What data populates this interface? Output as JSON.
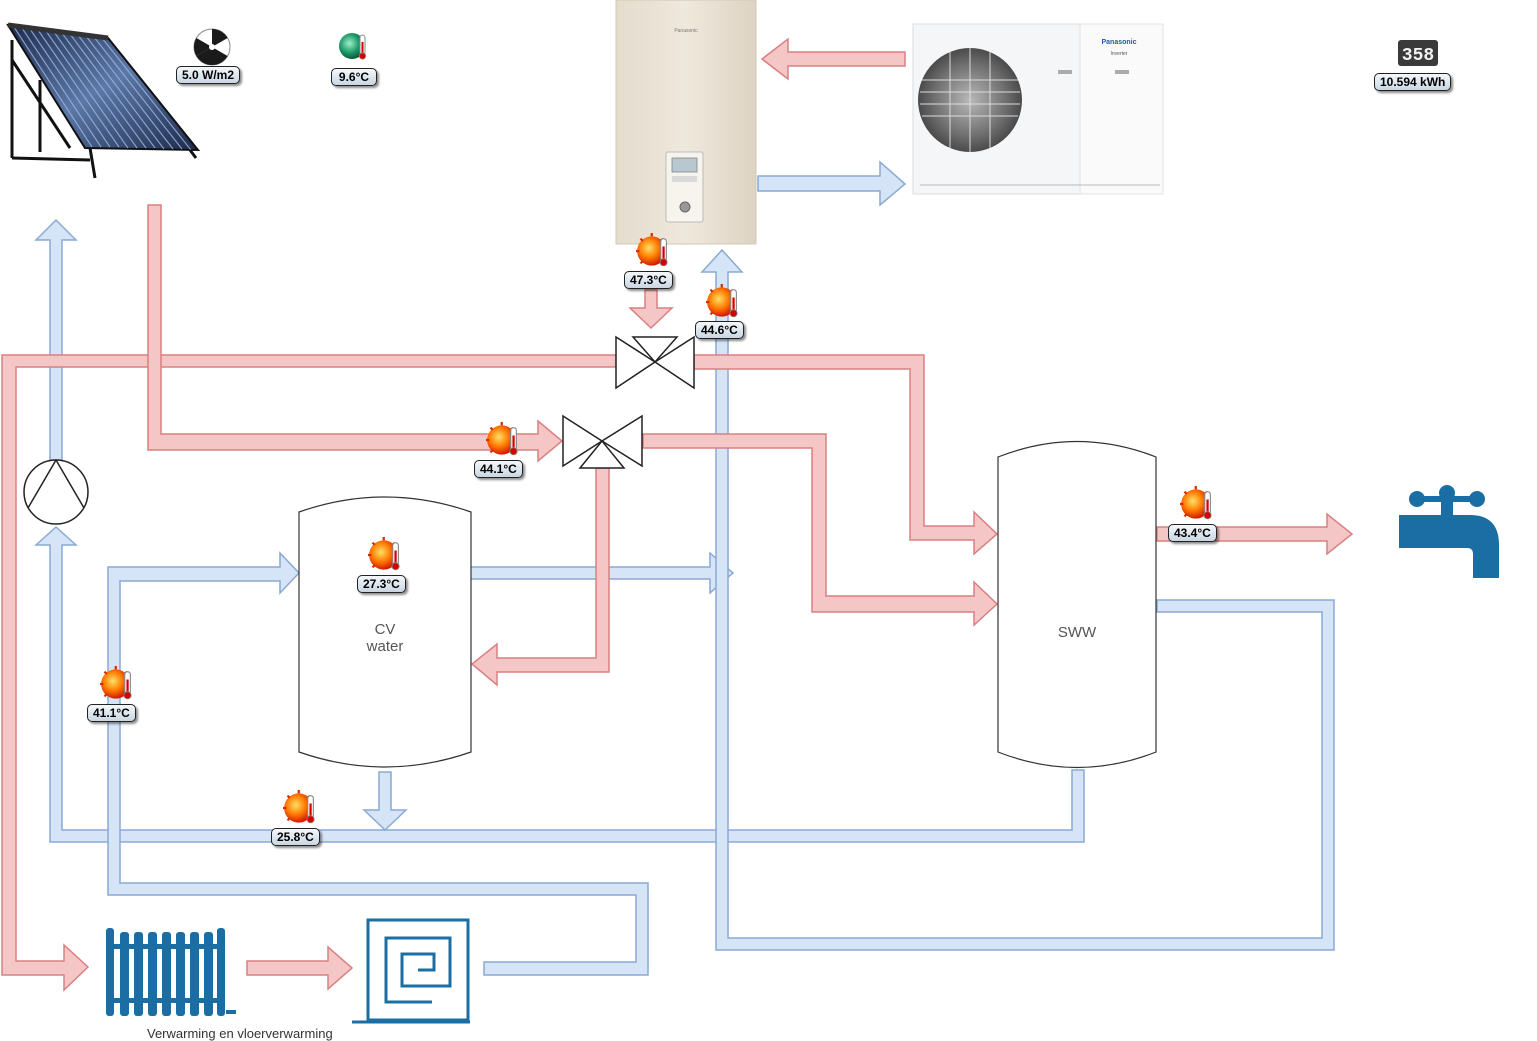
{
  "sensors": {
    "solar_radiation": "5.0 W/m2",
    "outside_temp": "9.6°C",
    "energy": "10.594 kWh",
    "energy_counter": "358",
    "hp_supply": "47.3°C",
    "hp_return": "44.6°C",
    "solar_feed": "44.1°C",
    "cv_tank": "27.3°C",
    "heating_supply": "41.1°C",
    "return_line": "25.8°C",
    "tap_hot": "43.4°C"
  },
  "tanks": {
    "cv_line1": "CV",
    "cv_line2": "water",
    "sww": "SWW"
  },
  "heat_pump": {
    "indoor_brand": "Panasonic",
    "outdoor_brand": "Panasonic",
    "outdoor_model": "Inverter"
  },
  "caption": "Verwarming en vloerverwarming",
  "colors": {
    "hot_pipe": "#f4c6c6",
    "hot_pipe_stroke": "#d98080",
    "cold_pipe": "#d6e4f7",
    "cold_pipe_stroke": "#8aaad4",
    "device_blue": "#1b6ea3"
  },
  "icons": [
    "solar-collector-icon",
    "radiation-sensor-icon",
    "thermometer-icon",
    "energy-meter-icon",
    "pump-icon",
    "valve-icon",
    "radiator-icon",
    "floor-heating-icon",
    "water-tap-icon"
  ]
}
